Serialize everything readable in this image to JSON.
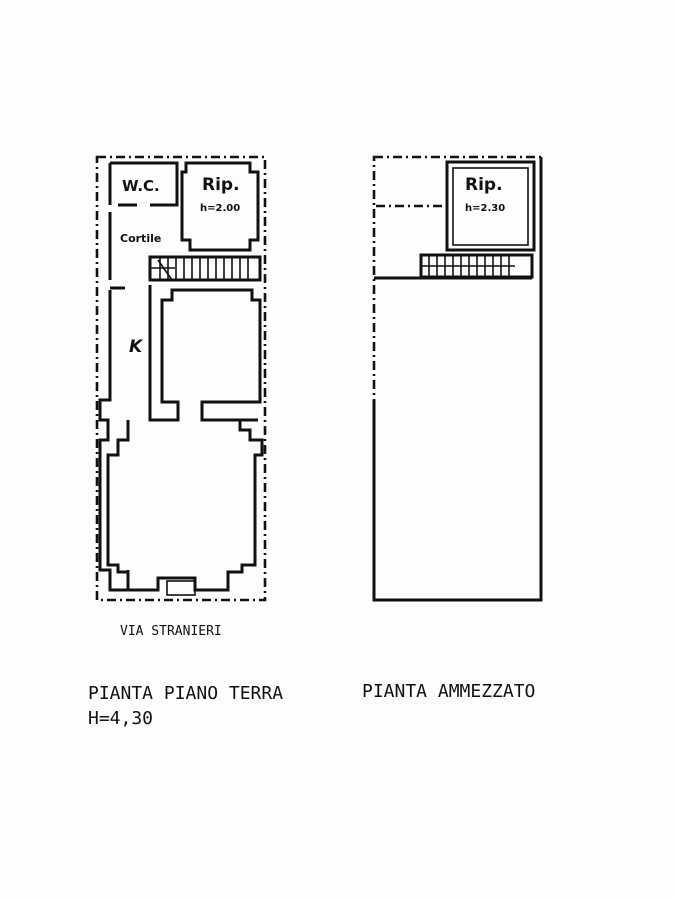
{
  "ground_floor": {
    "rooms": {
      "wc": "W.C.",
      "storage": "Rip.",
      "storage_height": "h=2.00",
      "courtyard": "Cortile",
      "kitchen": "K"
    },
    "street": "VIA STRANIERI",
    "title": "PIANTA PIANO TERRA",
    "height": "H=4,30"
  },
  "mezzanine": {
    "rooms": {
      "storage": "Rip.",
      "storage_height": "h=2.30"
    },
    "title": "PIANTA AMMEZZATO"
  }
}
